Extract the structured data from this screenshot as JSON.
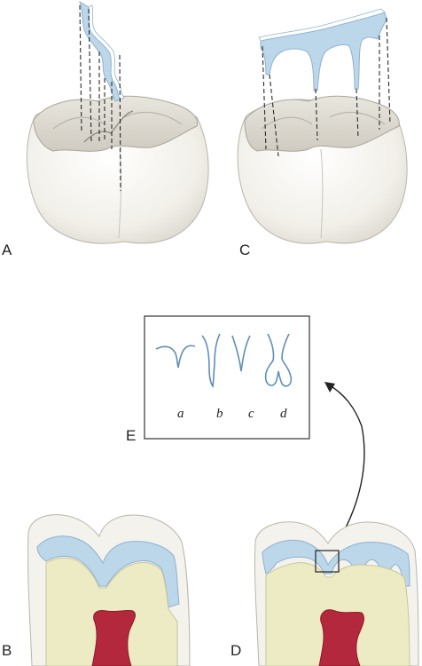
{
  "panels": {
    "a": "A",
    "b": "B",
    "c": "C",
    "d": "D",
    "e": "E"
  },
  "fissure_types": [
    "a",
    "b",
    "c",
    "d"
  ],
  "colors": {
    "enamel": "#f3f1ea",
    "enamel_shade": "#d8d5cc",
    "sealant": "#bcd6ea",
    "sealant_edge": "#8fb2cf",
    "dentin": "#ecebc4",
    "pulp": "#b3283c",
    "line": "#333333"
  }
}
